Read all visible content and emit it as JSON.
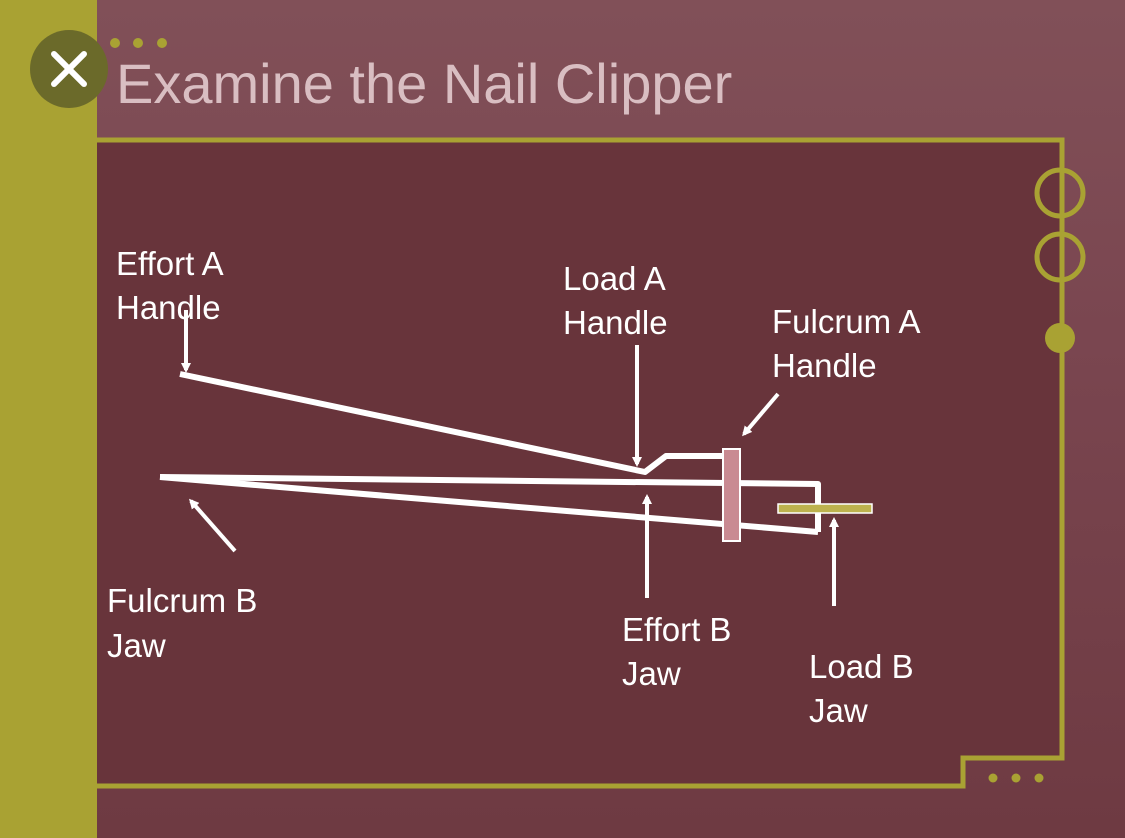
{
  "slide": {
    "title": "Examine the Nail Clipper"
  },
  "diagram": {
    "labels": {
      "effort_a": [
        "Effort A",
        "Handle"
      ],
      "load_a": [
        "Load A",
        "Handle"
      ],
      "fulcrum_a": [
        "Fulcrum A",
        "Handle"
      ],
      "fulcrum_b": [
        "Fulcrum B",
        "Jaw"
      ],
      "effort_b": [
        "Effort B",
        "Jaw"
      ],
      "load_b": [
        "Load B",
        "Jaw"
      ]
    }
  },
  "colors": {
    "accent": "#a9a233",
    "panel": "#68343b",
    "title": "#d9bec2",
    "fulcrum_bar": "#c98a92",
    "load_bar": "#bdb24e"
  },
  "icons": {
    "close": "close-icon"
  }
}
